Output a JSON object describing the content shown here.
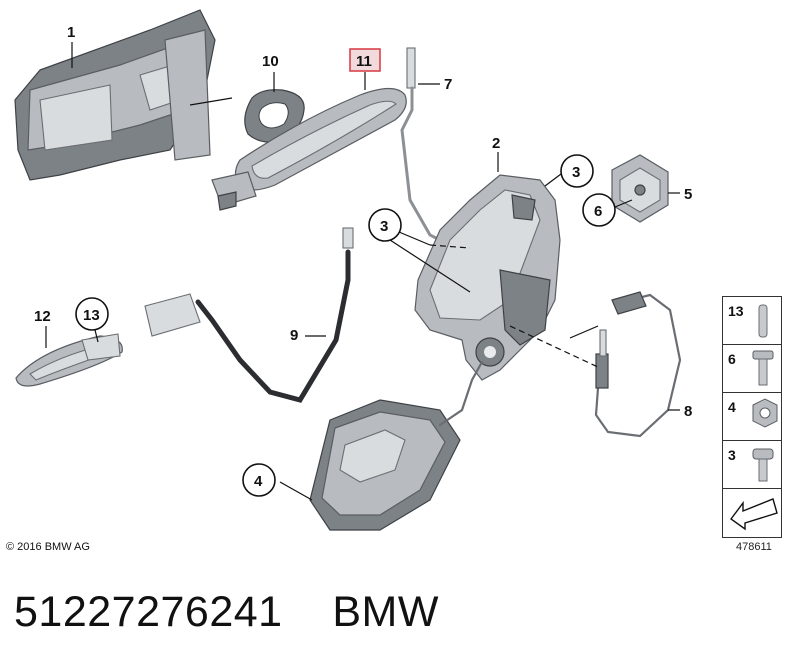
{
  "diagram": {
    "callouts": {
      "c1": "1",
      "c2": "2",
      "c3a": "3",
      "c3b": "3",
      "c4": "4",
      "c5": "5",
      "c6": "6",
      "c7": "7",
      "c8": "8",
      "c9": "9",
      "c10": "10",
      "c11": "11",
      "c12": "12",
      "c13": "13"
    },
    "highlight_color": "#d9434b"
  },
  "sidebar": {
    "items": [
      {
        "number": "13",
        "icon": "pin-icon"
      },
      {
        "number": "6",
        "icon": "hex-screw-icon"
      },
      {
        "number": "4",
        "icon": "hex-nut-icon"
      },
      {
        "number": "3",
        "icon": "torx-screw-icon"
      },
      {
        "number": "",
        "icon": "arrow-icon"
      }
    ]
  },
  "footer": {
    "copyright": "© 2016 BMW AG",
    "figure_id": "478611"
  },
  "caption": {
    "part_number": "51227276241",
    "brand": "BMW"
  }
}
